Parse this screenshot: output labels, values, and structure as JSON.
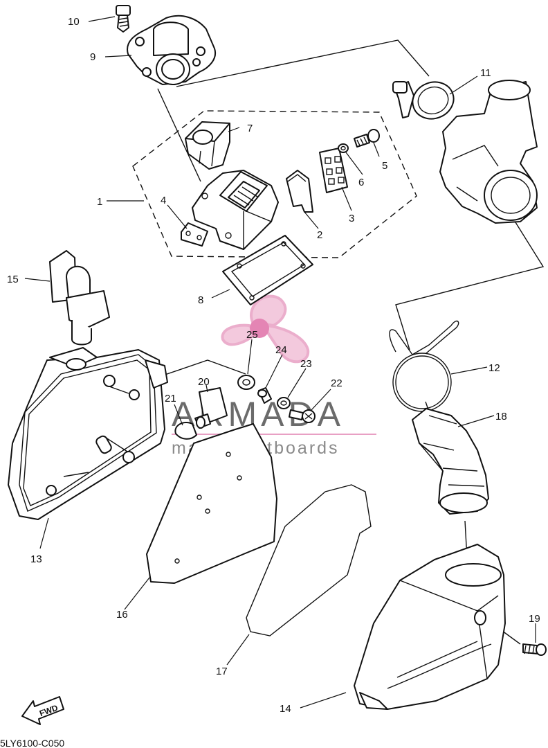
{
  "diagram": {
    "code": "5LY6100-C050",
    "fwd_label": "FWD",
    "part_numbers": [
      "1",
      "2",
      "3",
      "4",
      "5",
      "6",
      "7",
      "8",
      "9",
      "10",
      "11",
      "12",
      "13",
      "14",
      "15",
      "16",
      "17",
      "18",
      "19",
      "20",
      "21",
      "22",
      "23",
      "24",
      "25"
    ]
  },
  "watermark": {
    "brand": "ARMADA",
    "tagline": "marine outboards",
    "accent_color": "#e8a0c4"
  }
}
